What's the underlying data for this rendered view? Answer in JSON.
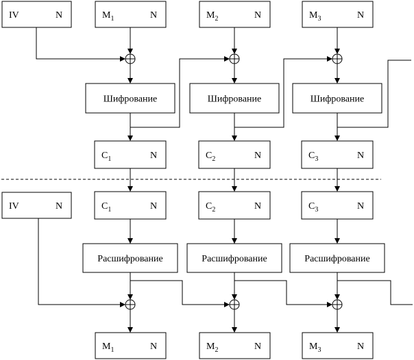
{
  "encryption": {
    "iv": {
      "name": "IV",
      "size": "N"
    },
    "inputs": [
      {
        "base": "M",
        "sub": "1",
        "size": "N"
      },
      {
        "base": "M",
        "sub": "2",
        "size": "N"
      },
      {
        "base": "M",
        "sub": "3",
        "size": "N"
      }
    ],
    "op_label": "Шифрование",
    "outputs": [
      {
        "base": "C",
        "sub": "1",
        "size": "N"
      },
      {
        "base": "C",
        "sub": "2",
        "size": "N"
      },
      {
        "base": "C",
        "sub": "3",
        "size": "N"
      }
    ]
  },
  "decryption": {
    "iv": {
      "name": "IV",
      "size": "N"
    },
    "inputs": [
      {
        "base": "C",
        "sub": "1",
        "size": "N"
      },
      {
        "base": "C",
        "sub": "2",
        "size": "N"
      },
      {
        "base": "C",
        "sub": "3",
        "size": "N"
      }
    ],
    "op_label": "Расшифрование",
    "outputs": [
      {
        "base": "M",
        "sub": "1",
        "size": "N"
      },
      {
        "base": "M",
        "sub": "2",
        "size": "N"
      },
      {
        "base": "M",
        "sub": "3",
        "size": "N"
      }
    ]
  },
  "xor_symbol": "⊕"
}
